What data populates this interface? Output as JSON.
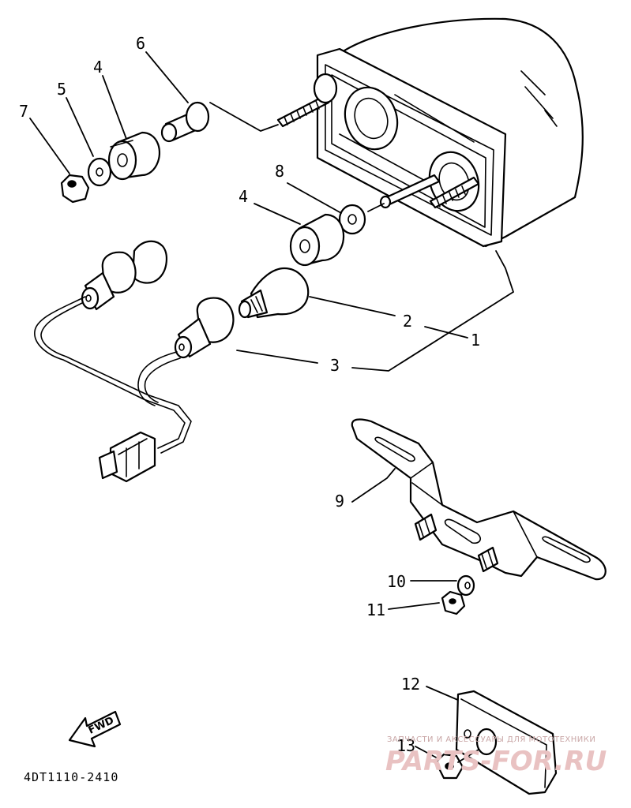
{
  "labels": {
    "p1": "1",
    "p2": "2",
    "p3": "3",
    "p4a": "4",
    "p4b": "4",
    "p5": "5",
    "p6": "6",
    "p7": "7",
    "p8": "8",
    "p9": "9",
    "p10": "10",
    "p11": "11",
    "p12": "12",
    "p13": "13"
  },
  "fwd_label": "FWD",
  "diagram_code": "4DT1110-2410",
  "watermark": {
    "tagline": "ЗАПЧАСТИ И АКСЕССУАРЫ ДЛЯ МОТОТЕХНИКИ",
    "site": "PARTS-FOR.RU"
  },
  "colors": {
    "line": "#000000",
    "watermark": "#e9c2c2"
  }
}
